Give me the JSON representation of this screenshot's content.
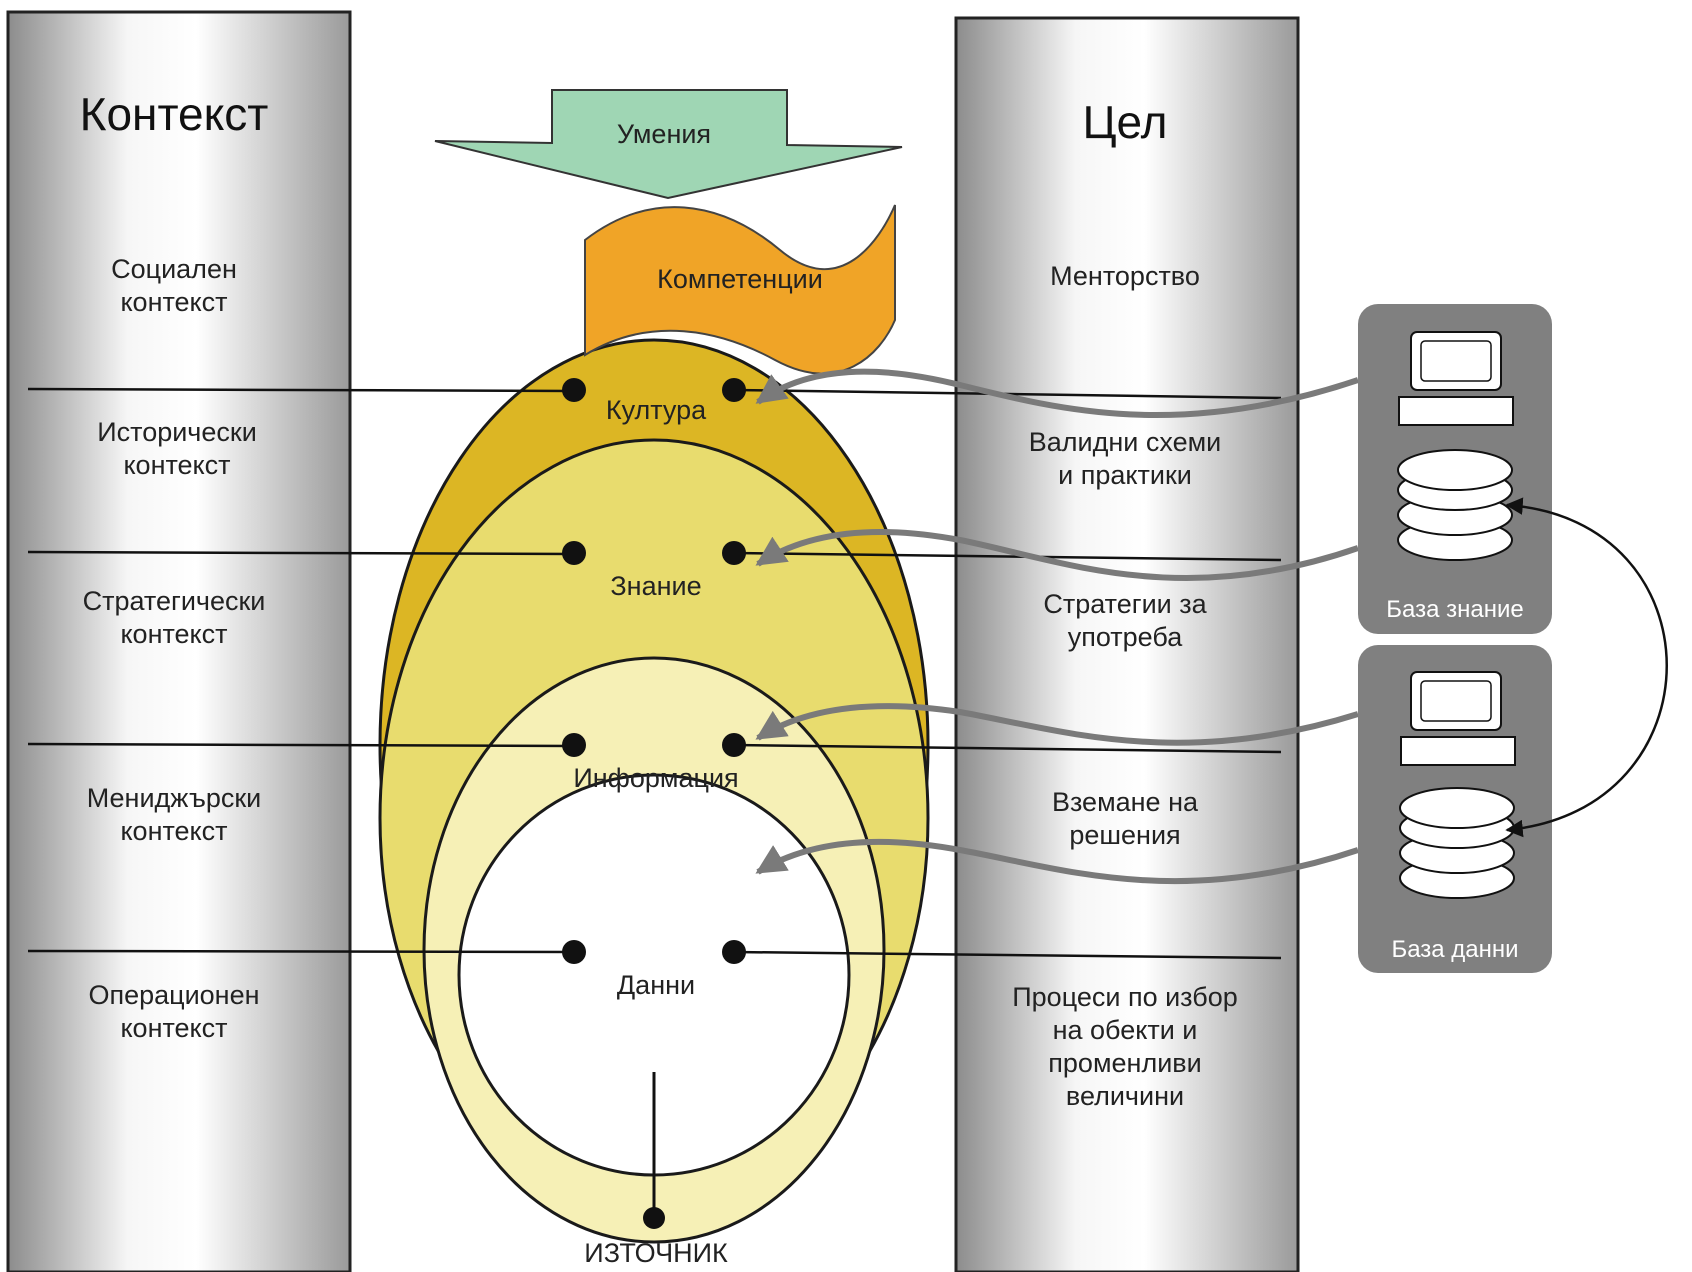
{
  "left_column": {
    "title": "Контекст",
    "items": [
      [
        "Социален",
        "контекст"
      ],
      [
        "Исторически",
        "контекст"
      ],
      [
        "Стратегически",
        "контекст"
      ],
      [
        "Мениджърски",
        "контекст"
      ],
      [
        "Операционен",
        "контекст"
      ]
    ]
  },
  "right_column": {
    "title": "Цел",
    "items": [
      [
        "Менторство"
      ],
      [
        "Валидни схеми",
        "и практики"
      ],
      [
        "Стратегии за",
        "употреба"
      ],
      [
        "Вземане на",
        "решения"
      ],
      [
        "Процеси по избор",
        "на обекти и",
        "променливи",
        "величини"
      ]
    ]
  },
  "top_arrow_label": "Умения",
  "banner_label": "Компетенции",
  "layers": [
    "Култура",
    "Знание",
    "Информация",
    "Данни"
  ],
  "source_label": "ИЗТОЧНИК",
  "stores": [
    {
      "label": "База знание"
    },
    {
      "label": "База данни"
    }
  ],
  "colors": {
    "arrow_green": "#9fd6b4",
    "banner_orange": "#f0a427",
    "layer_culture": "#dcb624",
    "layer_knowledge": "#e8dc6e",
    "layer_information": "#f6f0b6",
    "layer_data": "#ffffff",
    "store_gray": "#808080",
    "link_gray": "#7a7a7a"
  }
}
